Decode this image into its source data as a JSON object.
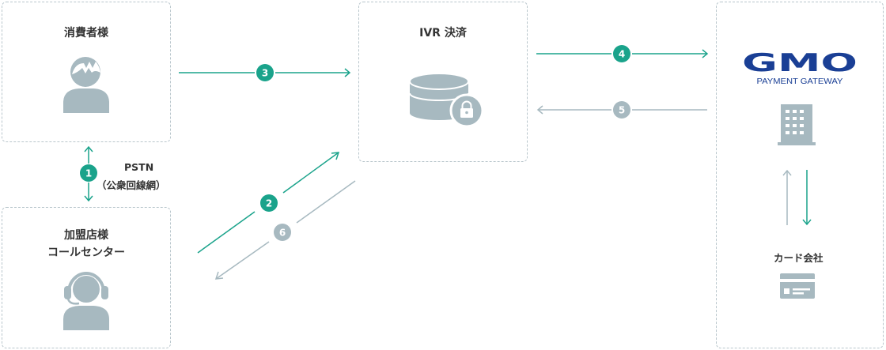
{
  "nodes": {
    "consumer": {
      "title": "消費者様"
    },
    "ivr": {
      "title": "IVR 決済"
    },
    "merchant": {
      "title_line1": "加盟店様",
      "title_line2": "コールセンター"
    },
    "gmo": {
      "logo": "GMO",
      "logo_sub": "PAYMENT GATEWAY",
      "card_company": "カード会社"
    }
  },
  "connection_label": {
    "line1": "PSTN",
    "line2": "（公衆回線網）"
  },
  "steps": [
    {
      "number": "1",
      "color": "#1aa38b"
    },
    {
      "number": "2",
      "color": "#1aa38b"
    },
    {
      "number": "3",
      "color": "#1aa38b"
    },
    {
      "number": "4",
      "color": "#1aa38b"
    },
    {
      "number": "5",
      "color": "#a7b9c0"
    },
    {
      "number": "6",
      "color": "#a7b9c0"
    }
  ],
  "colors": {
    "accent": "#1aa38b",
    "muted": "#a7b9c0",
    "icon": "#a7b9c0",
    "border": "#b9c6cc",
    "brand": "#1a3f95"
  }
}
